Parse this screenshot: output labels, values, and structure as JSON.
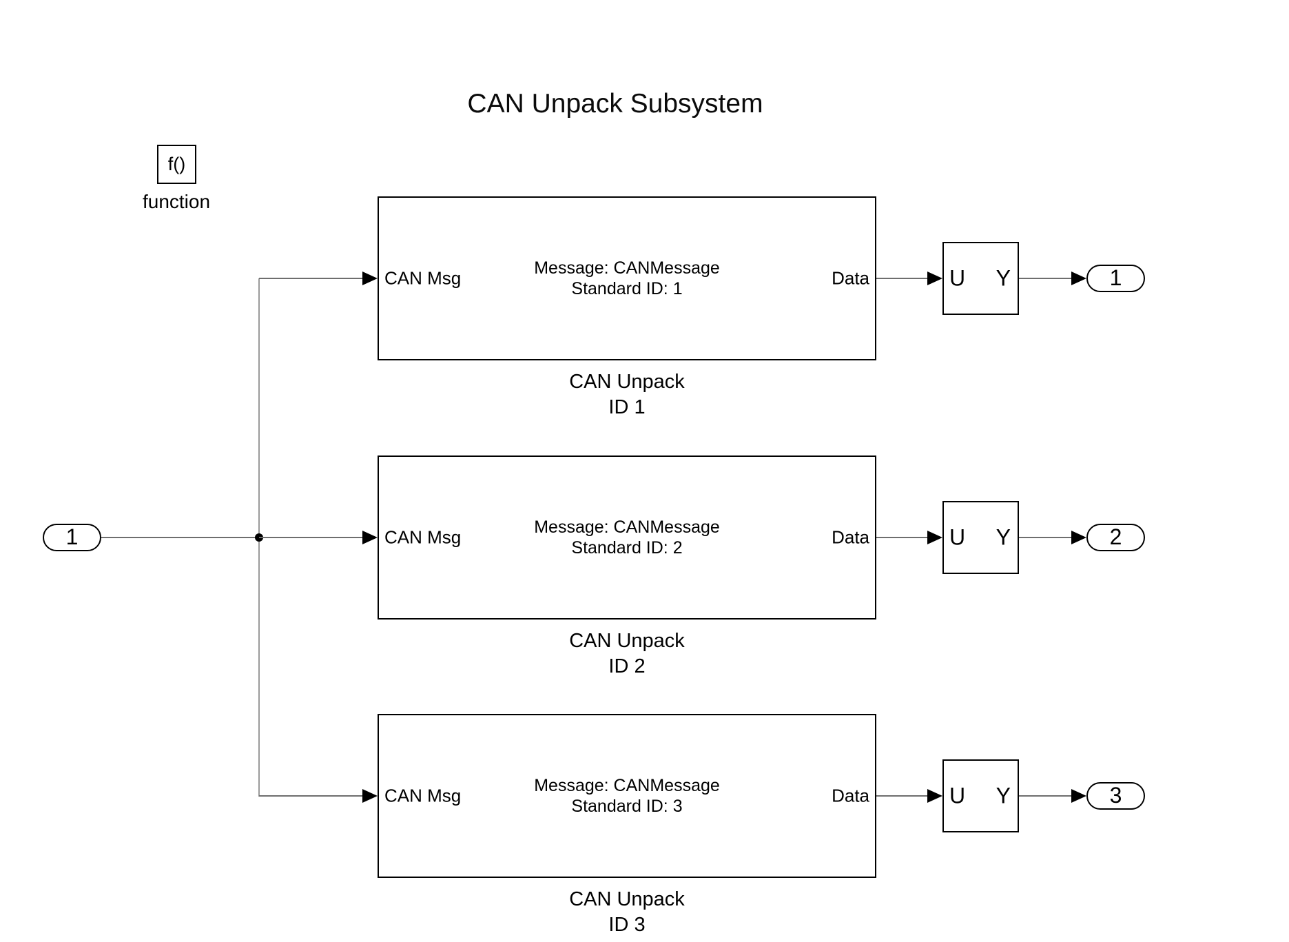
{
  "title": "CAN Unpack Subsystem",
  "function_trigger": {
    "glyph": "f()",
    "label": "function"
  },
  "input_port": {
    "number": "1"
  },
  "rows": [
    {
      "block": {
        "input_port_label": "CAN Msg",
        "message_line1": "Message: CANMessage",
        "message_line2": "Standard ID: 1",
        "output_port_label": "Data"
      },
      "caption_line1": "CAN Unpack",
      "caption_line2": "ID 1",
      "converter": {
        "input_label": "U",
        "output_label": "Y"
      },
      "output_port": {
        "number": "1"
      }
    },
    {
      "block": {
        "input_port_label": "CAN Msg",
        "message_line1": "Message: CANMessage",
        "message_line2": "Standard ID: 2",
        "output_port_label": "Data"
      },
      "caption_line1": "CAN Unpack",
      "caption_line2": "ID 2",
      "converter": {
        "input_label": "U",
        "output_label": "Y"
      },
      "output_port": {
        "number": "2"
      }
    },
    {
      "block": {
        "input_port_label": "CAN Msg",
        "message_line1": "Message: CANMessage",
        "message_line2": "Standard ID: 3",
        "output_port_label": "Data"
      },
      "caption_line1": "CAN Unpack",
      "caption_line2": "ID 3",
      "converter": {
        "input_label": "U",
        "output_label": "Y"
      },
      "output_port": {
        "number": "3"
      }
    }
  ],
  "colors": {
    "background": "#ffffff",
    "block_border": "#000000",
    "wire": "#6e6e6e",
    "text": "#000000"
  }
}
